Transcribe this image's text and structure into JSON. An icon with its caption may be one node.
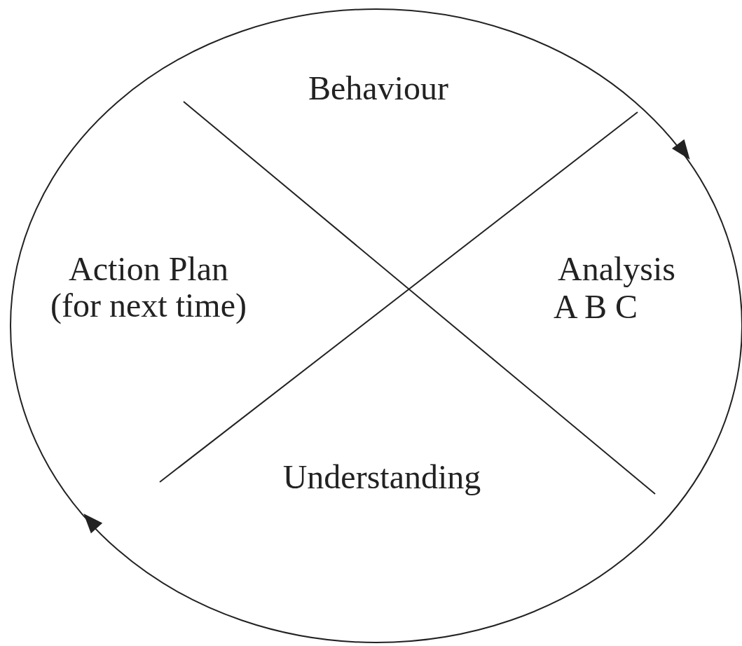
{
  "diagram": {
    "labels": [
      "Behaviour",
      "Action Plan (for next time)",
      "Analysis",
      "A B C",
      "Understanding"
    ]
  }
}
